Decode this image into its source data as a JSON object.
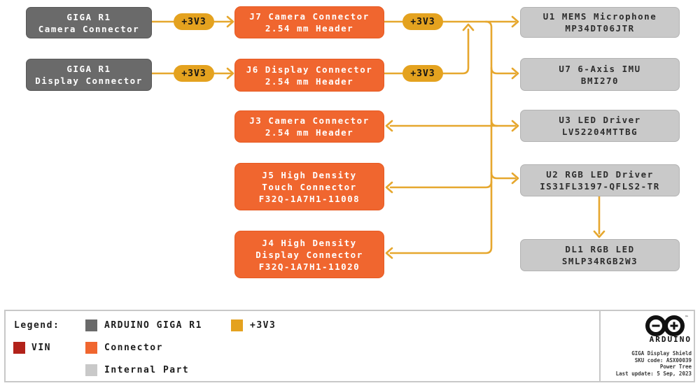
{
  "diagram": {
    "rail_label": "+3V3",
    "sources": [
      {
        "id": "giga-camera",
        "lines": [
          "GIGA R1",
          "Camera Connector"
        ]
      },
      {
        "id": "giga-display",
        "lines": [
          "GIGA R1",
          "Display Connector"
        ]
      }
    ],
    "connectors": [
      {
        "id": "j7",
        "lines": [
          "J7 Camera Connector",
          "2.54 mm Header"
        ]
      },
      {
        "id": "j6",
        "lines": [
          "J6 Display Connector",
          "2.54 mm Header"
        ]
      },
      {
        "id": "j3",
        "lines": [
          "J3 Camera Connector",
          "2.54 mm Header"
        ]
      },
      {
        "id": "j5",
        "lines": [
          "J5 High Density",
          "Touch Connector",
          "F32Q-1A7H1-11008"
        ]
      },
      {
        "id": "j4",
        "lines": [
          "J4 High Density",
          "Display Connector",
          "F32Q-1A7H1-11020"
        ]
      }
    ],
    "parts": [
      {
        "id": "u1",
        "lines": [
          "U1 MEMS Microphone",
          "MP34DT06JTR"
        ]
      },
      {
        "id": "u7",
        "lines": [
          "U7 6-Axis IMU",
          "BMI270"
        ]
      },
      {
        "id": "u3",
        "lines": [
          "U3 LED Driver",
          "LV52204MTTBG"
        ]
      },
      {
        "id": "u2",
        "lines": [
          "U2 RGB LED Driver",
          "IS31FL3197-QFLS2-TR"
        ]
      },
      {
        "id": "dl1",
        "lines": [
          "DL1 RGB LED",
          "SMLP34RGB2W3"
        ]
      }
    ]
  },
  "legend": {
    "title": "Legend:",
    "items": [
      {
        "label": "ARDUINO GIGA R1",
        "color": "#6A6A6A"
      },
      {
        "label": "+3V3",
        "color": "#E4A21F"
      },
      {
        "label": "VIN",
        "color": "#B2221A"
      },
      {
        "label": "Connector",
        "color": "#F0662F"
      },
      {
        "label": "Internal Part",
        "color": "#C9C9C9"
      }
    ]
  },
  "branding": {
    "wordmark": "ARDUINO",
    "trademark": "™",
    "product": "GIGA Display Shield",
    "sku": "SKU code: ASX00039",
    "doc_type": "Power Tree",
    "last_update": "Last update: 5 Sep, 2023"
  },
  "colors": {
    "giga_box": "#6A6A6A",
    "connector_box": "#F0662F",
    "internal_box": "#C9C9C9",
    "rail": "#E4A21F",
    "wire": "#E6A72E",
    "vin": "#B2221A"
  }
}
